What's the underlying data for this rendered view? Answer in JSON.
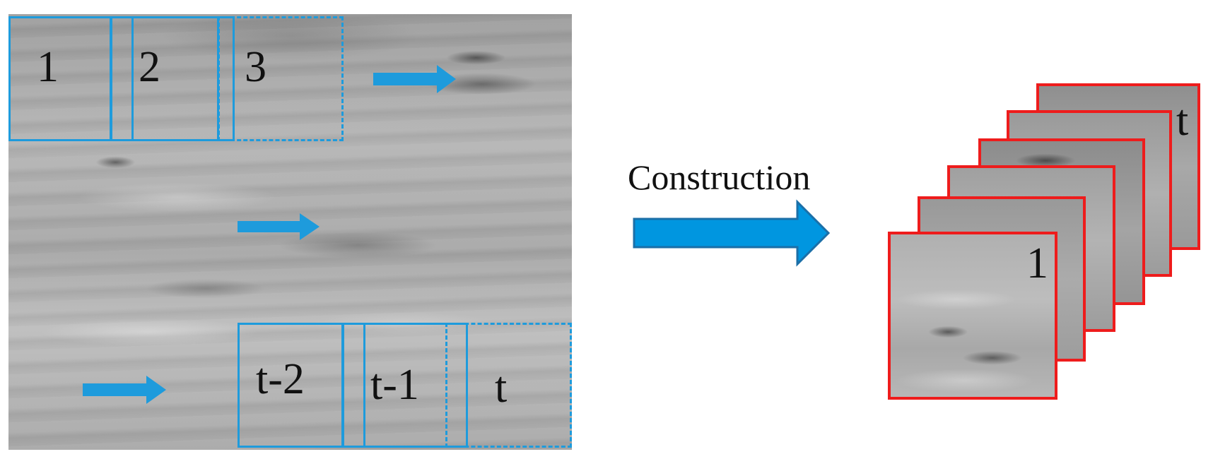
{
  "windows_top": [
    "1",
    "2",
    "3"
  ],
  "windows_bottom": [
    "t-2",
    "t-1",
    "t"
  ],
  "construction_label": "Construction",
  "stack_labels": {
    "front": "1",
    "back": "t"
  },
  "colors": {
    "window_border": "#1e9bdc",
    "arrow_fill": "#0096e0",
    "arrow_outline": "#1b6fa8",
    "frame_border": "#ee1c1c"
  }
}
